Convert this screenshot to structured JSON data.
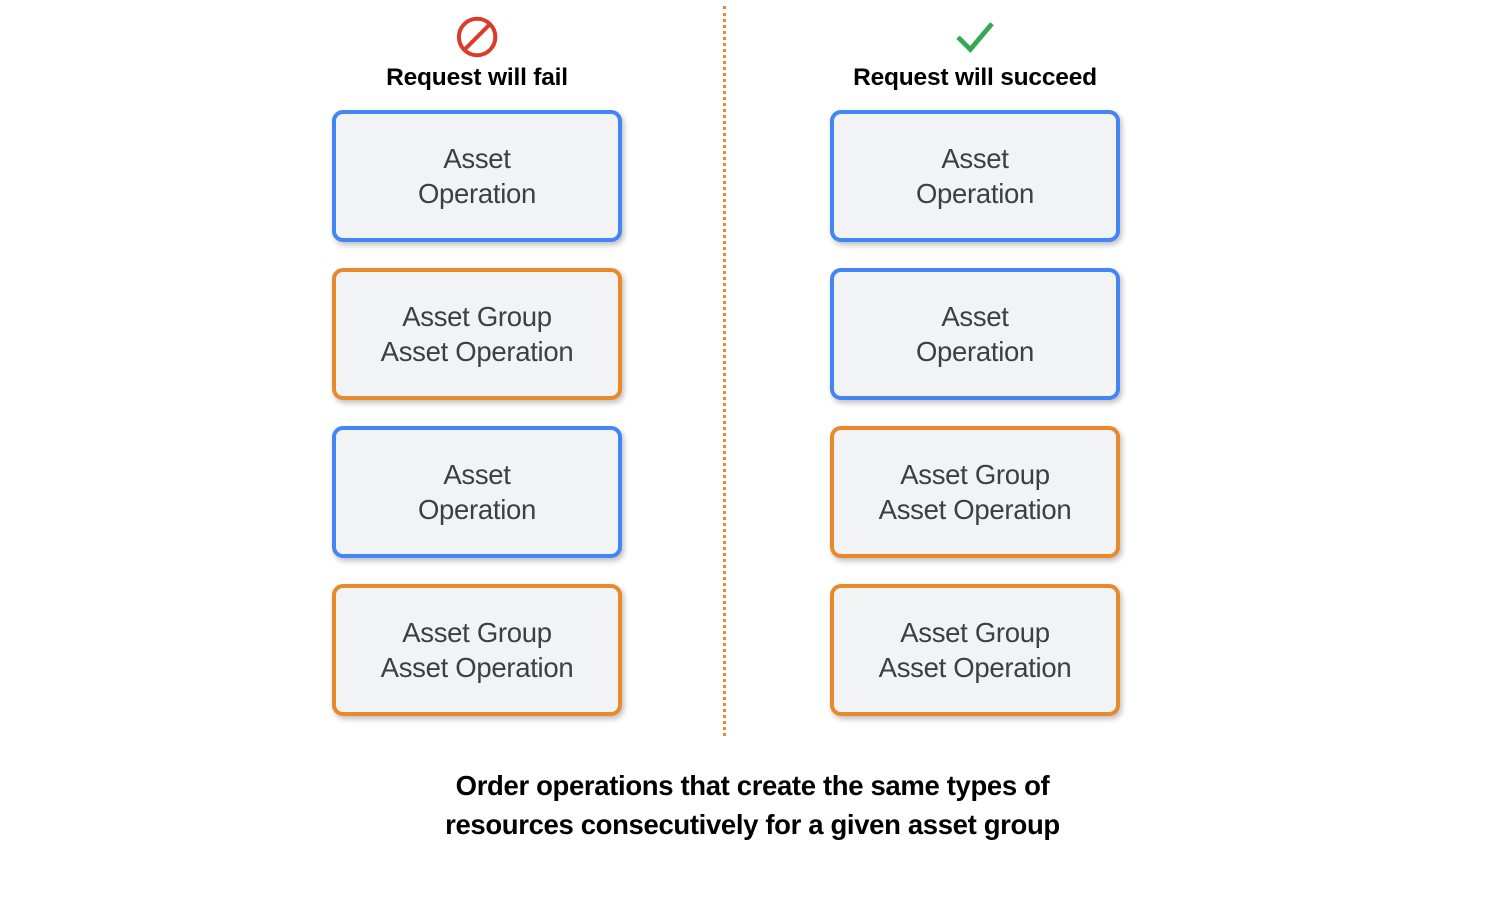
{
  "colors": {
    "blue": "#4285F4",
    "orange": "#E8892B",
    "red": "#DB3B2B",
    "green": "#34A853",
    "card_fill": "#F1F3F4",
    "card_text": "#3C4043",
    "divider": "#E8892B"
  },
  "columns": [
    {
      "id": "fail",
      "icon": "prohibition-icon",
      "header_label": "Request will fail",
      "cards": [
        {
          "label": "Asset\nOperation",
          "border": "blue"
        },
        {
          "label": "Asset Group\nAsset Operation",
          "border": "orange"
        },
        {
          "label": "Asset\nOperation",
          "border": "blue"
        },
        {
          "label": "Asset Group\nAsset Operation",
          "border": "orange"
        }
      ]
    },
    {
      "id": "succeed",
      "icon": "checkmark-icon",
      "header_label": "Request will succeed",
      "cards": [
        {
          "label": "Asset\nOperation",
          "border": "blue"
        },
        {
          "label": "Asset\nOperation",
          "border": "blue"
        },
        {
          "label": "Asset Group\nAsset Operation",
          "border": "orange"
        },
        {
          "label": "Asset Group\nAsset Operation",
          "border": "orange"
        }
      ]
    }
  ],
  "caption": "Order operations that create the same types of\nresources consecutively for a given asset group"
}
